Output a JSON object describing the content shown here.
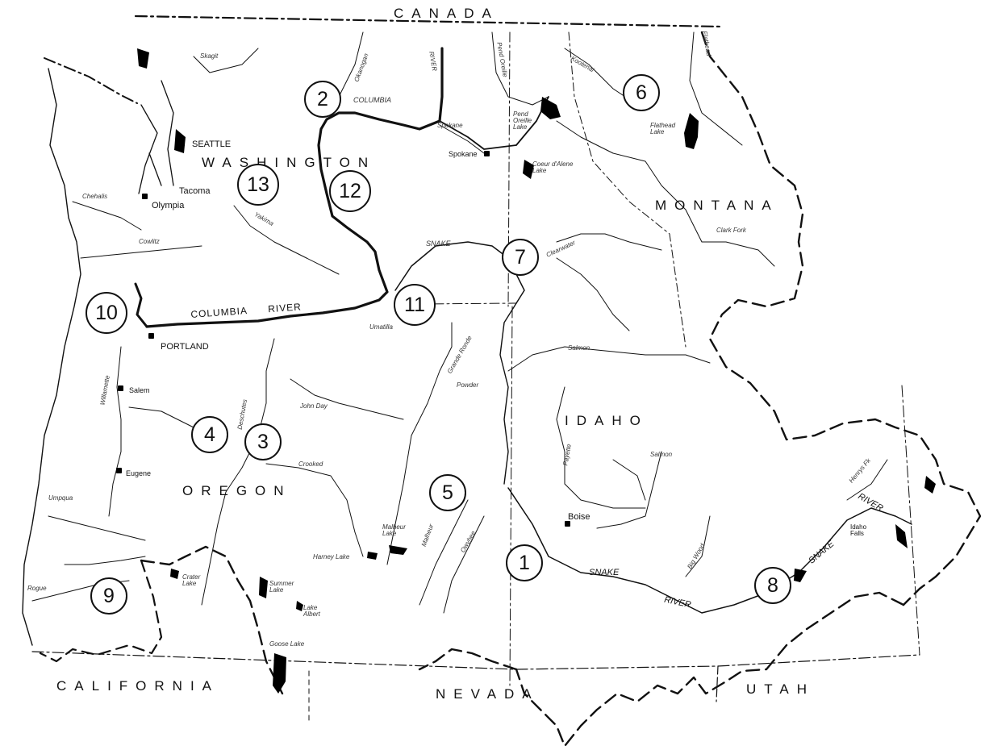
{
  "map": {
    "regions": {
      "canada": "CANADA",
      "washington": "WASHINGTON",
      "montana": "MONTANA",
      "oregon": "OREGON",
      "idaho": "IDAHO",
      "california": "CALIFORNIA",
      "nevada": "NEVADA",
      "utah": "UTAH"
    },
    "cities": {
      "seattle": "SEATTLE",
      "tacoma": "Tacoma",
      "olympia": "Olympia",
      "portland": "PORTLAND",
      "salem": "Salem",
      "eugene": "Eugene",
      "spokane": "Spokane",
      "boise": "Boise",
      "idaho_falls": "Idaho Falls"
    },
    "water": {
      "columbia_river": "COLUMBIA      RIVER",
      "columbia_upper": "COLUMBIA",
      "snake_river_upper": "SNAKE",
      "snake_river_lower": "SNAKE",
      "river_lower": "RIVER",
      "snake_river_east": "SNAKE",
      "river_east": "RIVER",
      "river_north": "RIVER",
      "flathead_lake": "Flathead Lake",
      "pend_oreille_lake": "Pend Oreille Lake",
      "coeur_dalene_lake": "Coeur d'Alene Lake",
      "malheur_lake": "Malheur Lake",
      "harney_lake": "Harney Lake",
      "crater_lake": "Crater Lake",
      "summer_lake": "Summer Lake",
      "lake_albert": "Lake Albert",
      "goose_lake": "Goose Lake",
      "skagit": "Skagit",
      "okanogan": "Okanogan",
      "spokane_r": "Spokane",
      "pend_oreille": "Pend Oreille",
      "kootenai": "Kootenai",
      "flathead": "Flathead",
      "clark_fork": "Clark Fork",
      "clearwater": "Clearwater",
      "salmon": "Salmon",
      "salmon2": "Salmon",
      "payette": "Payette",
      "owyhee": "Owyhee",
      "malheur_r": "Malheur",
      "john_day": "John Day",
      "deschutes": "Deschutes",
      "willamette": "Willamette",
      "umpqua": "Umpqua",
      "rogue": "Rogue",
      "chehalis": "Chehalis",
      "cowlitz": "Cowlitz",
      "yakima": "Yakima",
      "umatilla": "Umatilla",
      "grande_ronde": "Grande Ronde",
      "powder": "Powder",
      "crooked": "Crooked",
      "big_wood": "Big Wood",
      "henrys_fk": "Henrys Fk"
    },
    "sites": [
      {
        "n": "1"
      },
      {
        "n": "2"
      },
      {
        "n": "3"
      },
      {
        "n": "4"
      },
      {
        "n": "5"
      },
      {
        "n": "6"
      },
      {
        "n": "7"
      },
      {
        "n": "8"
      },
      {
        "n": "9"
      },
      {
        "n": "10"
      },
      {
        "n": "11"
      },
      {
        "n": "12"
      },
      {
        "n": "13"
      }
    ]
  }
}
